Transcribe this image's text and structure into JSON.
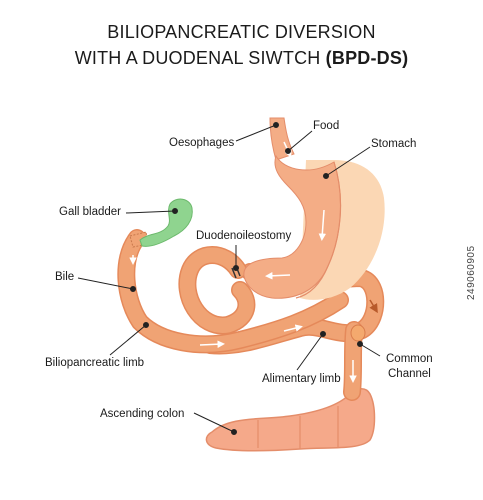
{
  "title": {
    "line1": "BILIOPANCREATIC DIVERSION",
    "line2_prefix": "WITH A DUODENAL SIWTCH ",
    "line2_bold": "(BPD-DS)"
  },
  "labels": {
    "oesophages": "Oesophages",
    "food": "Food",
    "stomach": "Stomach",
    "gall_bladder": "Gall bladder",
    "duodenoileostomy": "Duodenoileostomy",
    "bile": "Bile",
    "biliopancreatic_limb": "Biliopancreatic limb",
    "alimentary_limb": "Alimentary limb",
    "common_channel_line1": "Common",
    "common_channel_line2": "Channel",
    "ascending_colon": "Ascending colon"
  },
  "stock_id": "249060905",
  "colors": {
    "intestine": "#f0a374",
    "intestine_dark": "#e5895a",
    "stomach": "#f4ad86",
    "removed_stomach": "#fbd7b4",
    "gall_bladder": "#8fd48f",
    "colon": "#f5a98a",
    "arrow": "#ffffff",
    "pointer": "#222222"
  }
}
